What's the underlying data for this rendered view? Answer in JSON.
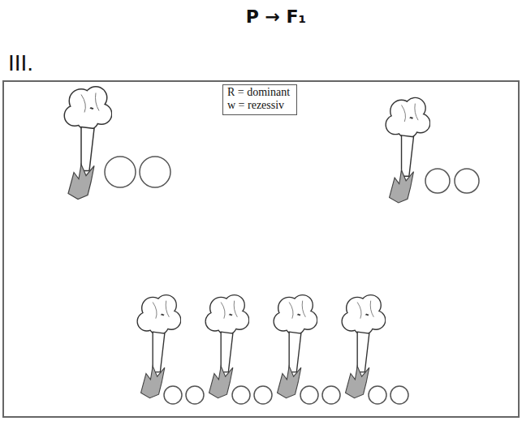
{
  "diagram": {
    "title": "P → F₁",
    "nodes": [
      {
        "text": [
          "R = dominant",
          "w = rezessiv"
        ]
      }
    ],
    "labels": [
      "III."
    ]
  }
}
